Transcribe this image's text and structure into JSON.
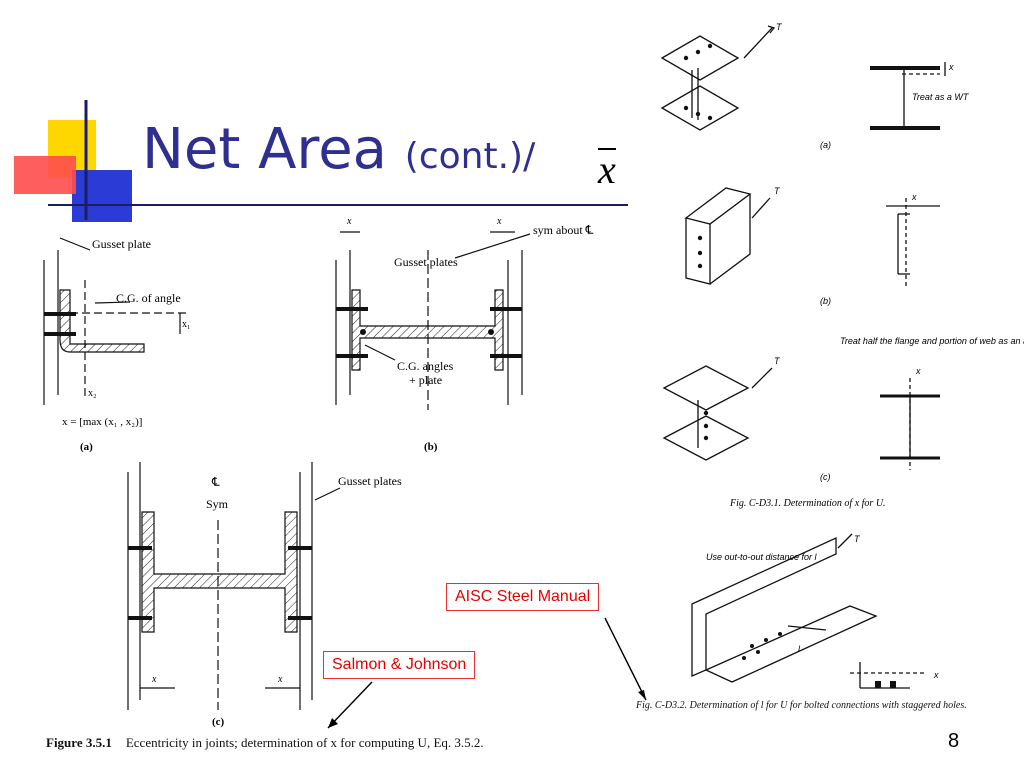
{
  "slide": {
    "title": "Net Area",
    "title_sub": "(cont.)/",
    "title_symbol": "x",
    "page_number": "8"
  },
  "labels": {
    "aisc": "AISC Steel Manual",
    "salmon": "Salmon & Johnson"
  },
  "salmon_figure": {
    "caption_number": "Figure 3.5.1",
    "caption_text": "Eccentricity in joints; determination of x for computing U, Eq. 3.5.2.",
    "panel_a": {
      "gusset_plate": "Gusset plate",
      "cg_of_angle": "C.G. of angle",
      "x1": "x₁",
      "x2": "x₂",
      "formula": "x  = [max (x₁ , x₂)]",
      "tag": "(a)"
    },
    "panel_b": {
      "x_left": "x",
      "x_right": "x",
      "sym_about": "sym about ℄",
      "gusset_plates": "Gusset plates",
      "cg_angles": "C.G. angles",
      "plus_plate": "+ plate",
      "tag": "(b)"
    },
    "panel_c": {
      "cl": "℄",
      "sym": "Sym",
      "gusset_plates": "Gusset plates",
      "x_left": "x",
      "x_right": "x",
      "tag": "(c)"
    }
  },
  "aisc_figure": {
    "d31": {
      "T": "T",
      "x": "x",
      "treat_wt": "Treat as a WT",
      "treat_half": "Treat half the flange and portion of web as an angle",
      "tag_a": "(a)",
      "tag_b": "(b)",
      "tag_c": "(c)",
      "caption": "Fig. C-D3.1. Determination of x for U."
    },
    "d32": {
      "T": "T",
      "use_out": "Use out-to-out distance for l",
      "l": "l",
      "x": "x",
      "caption": "Fig. C-D3.2. Determination of l for U for bolted connections with staggered holes."
    }
  }
}
